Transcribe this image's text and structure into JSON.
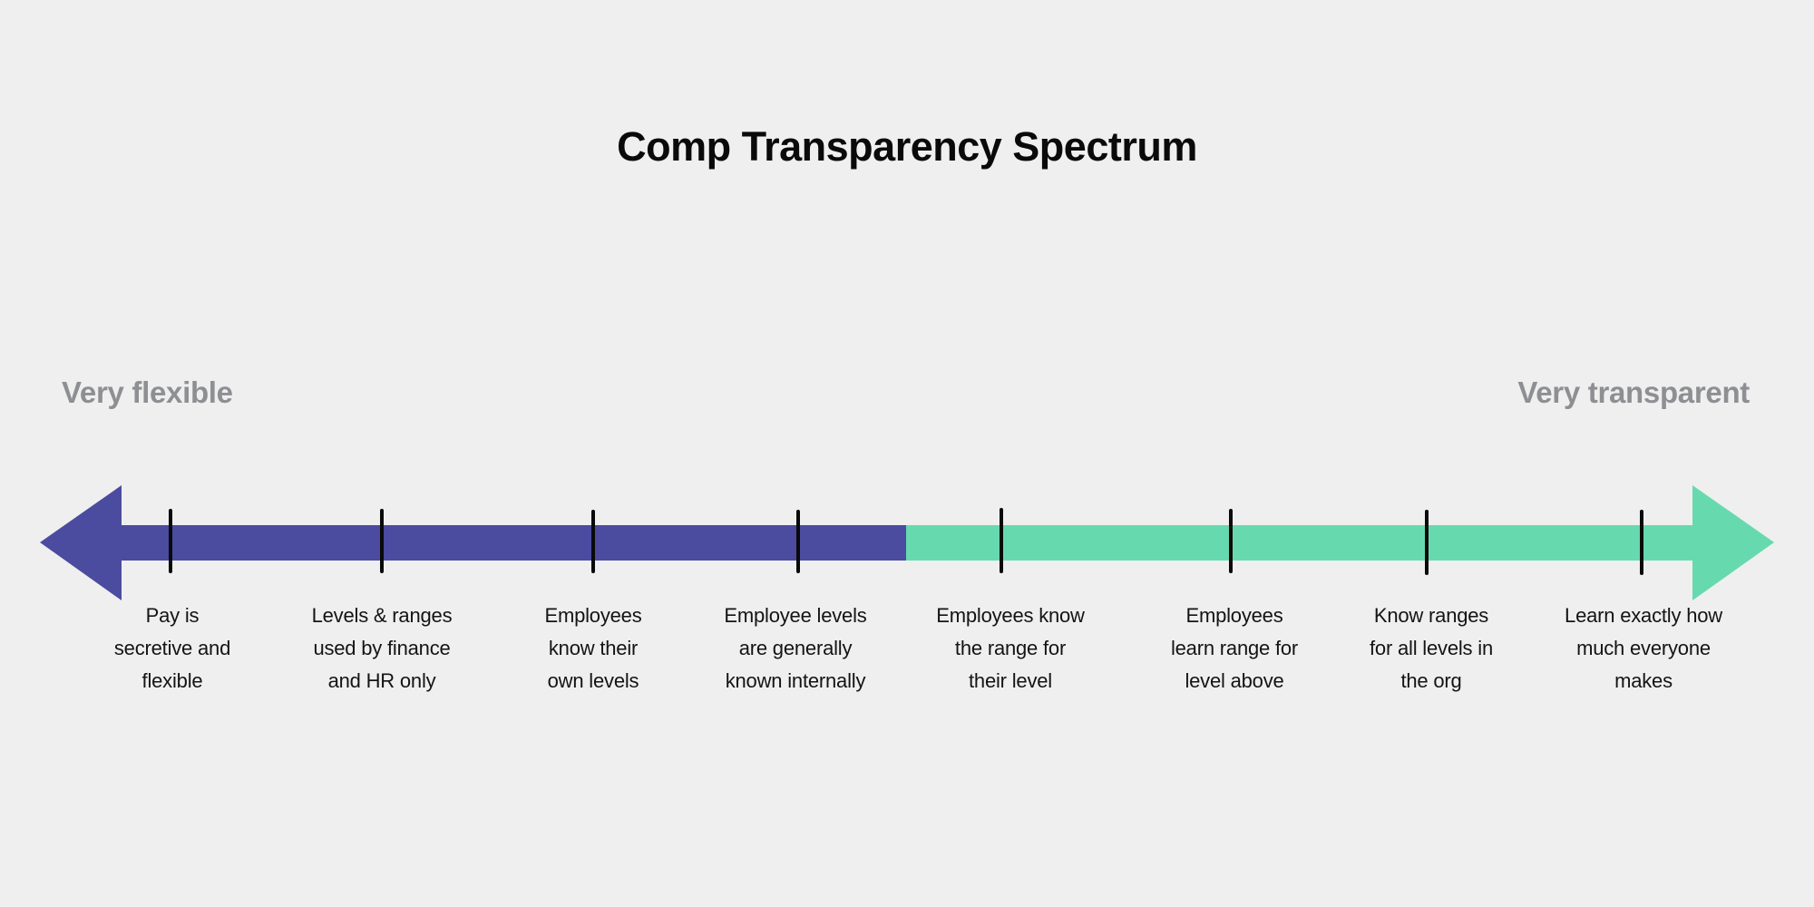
{
  "title": "Comp Transparency Spectrum",
  "axis": {
    "left_label": "Very flexible",
    "right_label": "Very transparent",
    "colors": {
      "flexible_side": "#4b4ba0",
      "transparent_side": "#66daae",
      "tick": "#0a0a0a",
      "side_label": "#8e8f93",
      "background": "#efefef"
    }
  },
  "stages": [
    {
      "label": "Pay is secretive and flexible",
      "lines": [
        "Pay is",
        "secretive and",
        "flexible"
      ],
      "side": "flexible"
    },
    {
      "label": "Levels & ranges used by finance and HR only",
      "lines": [
        "Levels & ranges",
        "used by finance",
        "and HR only"
      ],
      "side": "flexible"
    },
    {
      "label": "Employees know their own levels",
      "lines": [
        "Employees",
        "know their",
        "own levels"
      ],
      "side": "flexible"
    },
    {
      "label": "Employee levels are generally known internally",
      "lines": [
        "Employee levels",
        "are generally",
        "known internally"
      ],
      "side": "flexible"
    },
    {
      "label": "Employees know the range for their level",
      "lines": [
        "Employees know",
        "the range for",
        "their level"
      ],
      "side": "transparent"
    },
    {
      "label": "Employees learn range for level above",
      "lines": [
        "Employees",
        "learn range for",
        "level above"
      ],
      "side": "transparent"
    },
    {
      "label": "Know ranges for all levels in the org",
      "lines": [
        "Know ranges",
        "for all levels in",
        "the org"
      ],
      "side": "transparent"
    },
    {
      "label": "Learn exactly how much everyone makes",
      "lines": [
        "Learn exactly how",
        "much everyone",
        "makes"
      ],
      "side": "transparent"
    }
  ]
}
